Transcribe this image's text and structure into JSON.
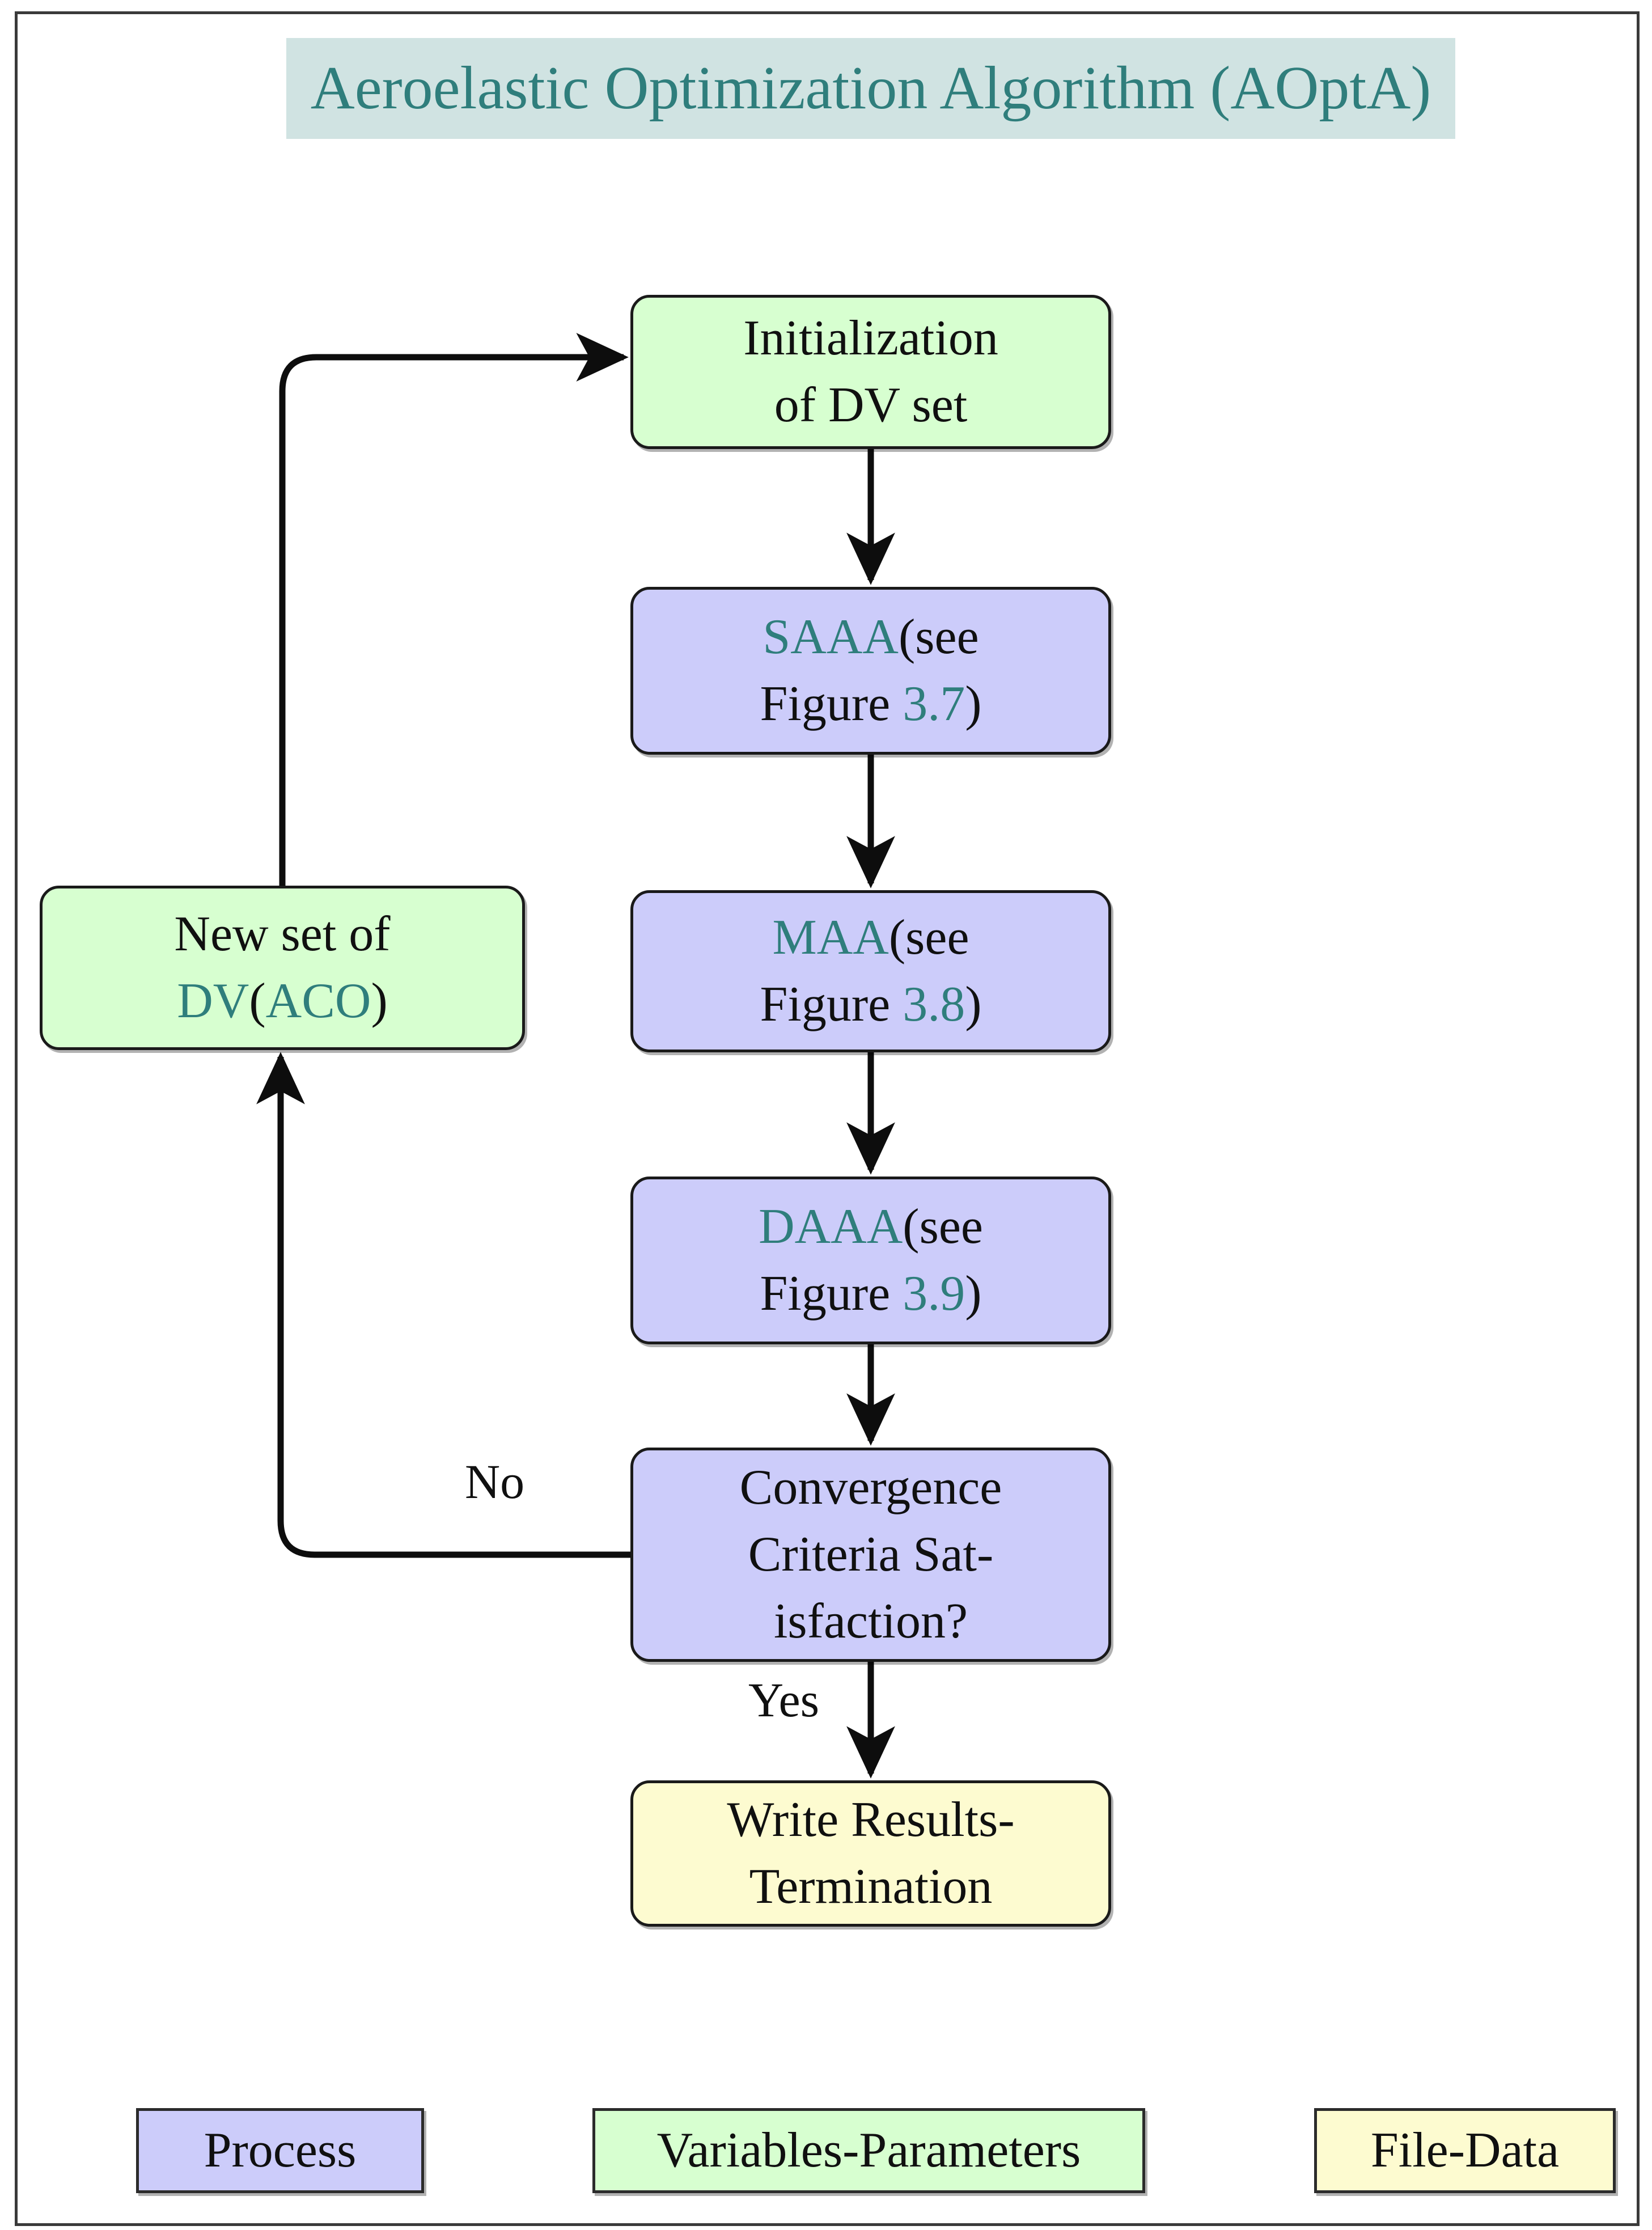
{
  "figure": {
    "title": "Aeroelastic Optimization Algorithm (AOptA)",
    "accent_color": "#2f7e7c",
    "banner_color": "#d0e3e2"
  },
  "nodes": {
    "init": {
      "line1": "Initialization",
      "line2": "of DV set",
      "type": "Variables-Parameters",
      "color": "#d7ffd0"
    },
    "saaa": {
      "line1_accent": "SAAA",
      "line1_rest": "(see",
      "line2_rest": "Figure ",
      "line2_accent": "3.7",
      "line2_tail": ")",
      "type": "Process",
      "color": "#ccccfa"
    },
    "maa": {
      "line1_accent": "MAA",
      "line1_rest": "(see",
      "line2_rest": "Figure ",
      "line2_accent": "3.8",
      "line2_tail": ")",
      "type": "Process",
      "color": "#ccccfa"
    },
    "daaa": {
      "line1_accent": "DAAA",
      "line1_rest": "(see",
      "line2_rest": "Figure ",
      "line2_accent": "3.9",
      "line2_tail": ")",
      "type": "Process",
      "color": "#ccccfa"
    },
    "convergence": {
      "line1": "Convergence",
      "line2": "Criteria Sat-",
      "line3": "isfaction?",
      "type": "Process",
      "color": "#ccccfa"
    },
    "write": {
      "line1": "Write Results-",
      "line2": "Termination",
      "type": "File-Data",
      "color": "#fdfbd0"
    },
    "newdv": {
      "line1": "New set of",
      "line2_accent_a": "DV",
      "line2_paren_open": "(",
      "line2_accent_b": "ACO",
      "line2_paren_close": ")",
      "type": "Variables-Parameters",
      "color": "#d7ffd0"
    }
  },
  "edges": {
    "no_label": "No",
    "yes_label": "Yes"
  },
  "legend": {
    "process": "Process",
    "variables": "Variables-Parameters",
    "file_data": "File-Data"
  }
}
